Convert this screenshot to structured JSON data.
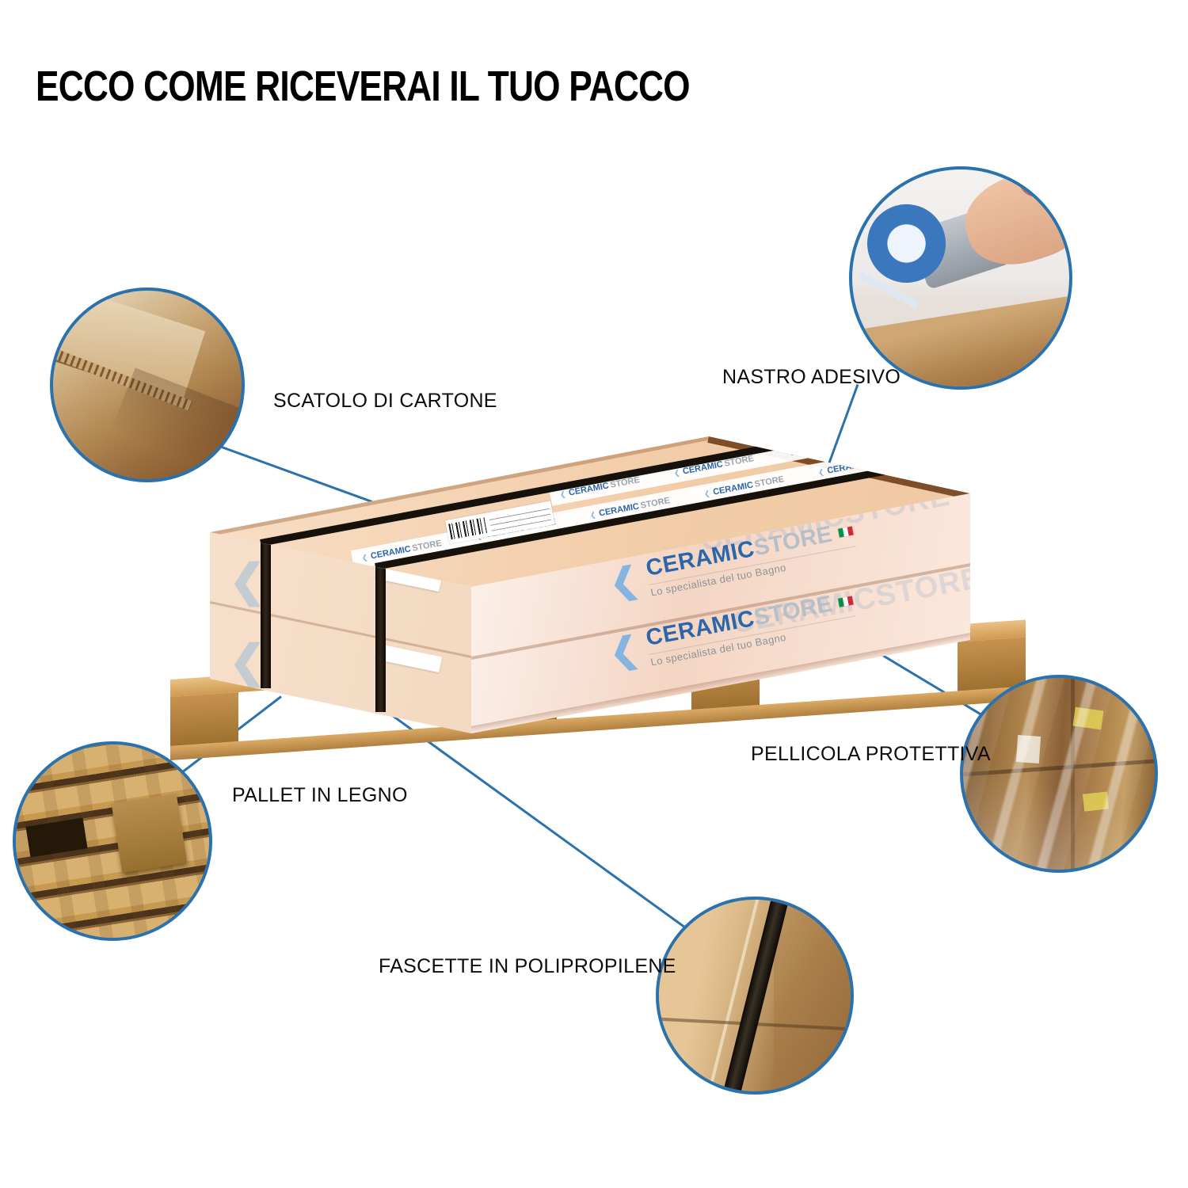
{
  "title": "ECCO COME RICEVERAI IL TUO PACCO",
  "callouts": {
    "cardboard": {
      "label": "SCATOLO DI CARTONE"
    },
    "tape": {
      "label": "NASTRO ADESIVO"
    },
    "film": {
      "label": "PELLICOLA PROTETTIVA"
    },
    "pallet": {
      "label": "PALLET IN LEGNO"
    },
    "straps": {
      "label": "FASCETTE IN POLIPROPILENE"
    }
  },
  "brand": {
    "name_bold": "CERAMIC",
    "name_light": "STORE",
    "tagline": "Lo specialista del tuo Bagno"
  },
  "colors": {
    "accent_blue": "#2a72ae",
    "logo_blue": "#2b66ab",
    "box_top": "#f2cda9",
    "box_front": "#fdf5f0",
    "pallet_wood": "#d09a52",
    "strap_black": "#17110b",
    "flag_green": "#009246",
    "flag_red": "#ce2b37"
  }
}
